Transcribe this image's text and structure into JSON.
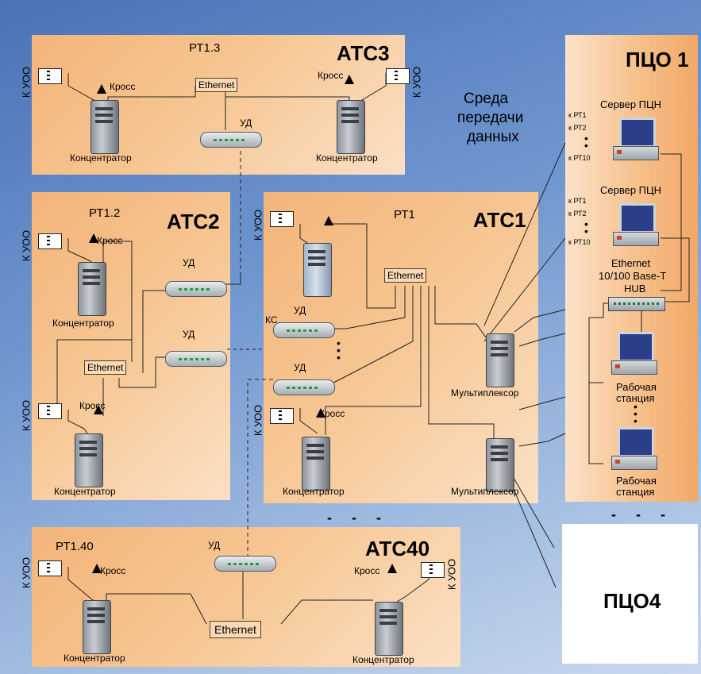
{
  "labels": {
    "atc3": "АТС3",
    "atc2": "АТС2",
    "atc1": "АТС1",
    "atc40": "АТС40",
    "rt13": "РТ1.3",
    "rt12": "РТ1.2",
    "rt1": "РТ1",
    "rt140": "РТ1.40",
    "pco1": "ПЦО 1",
    "pco4": "ПЦО4",
    "env1": "Среда",
    "env2": "передачи",
    "env3": "данных",
    "kyoo": "К УОО",
    "kross": "Кросс",
    "conc": "Концентратор",
    "eth": "Ethernet",
    "ud": "УД",
    "ks": "КС",
    "mux": "Мультиплексор",
    "server": "Сервер ПЦН",
    "kpt1": "к РТ1",
    "kpt2": "к РТ2",
    "kpt10": "к РТ10",
    "hub1": "Ethernet",
    "hub2": "10/100 Base-T",
    "hub3": "HUB",
    "ws1": "Рабочая",
    "ws2": "станция",
    "dashes": "- - -"
  }
}
